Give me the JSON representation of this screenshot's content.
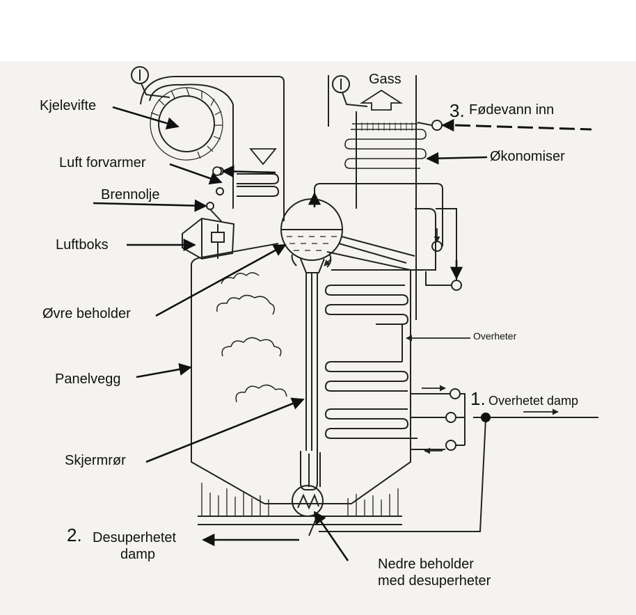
{
  "labels": {
    "kjelevifte": "Kjelevifte",
    "luft_forvarmer": "Luft forvarmer",
    "brennolje": "Brennolje",
    "luftboks": "Luftboks",
    "ovre_beholder": "Øvre beholder",
    "panelvegg": "Panelvegg",
    "skjermror": "Skjermrør",
    "gass": "Gass",
    "fodevann_num": "3.",
    "fodevann": "Fødevann inn",
    "okonomiser": "Økonomiser",
    "overheter": "Overheter",
    "overhetet_num": "1.",
    "overhetet_damp": "Overhetet damp",
    "desuperhetet_num": "2.",
    "desuperhetet_line1": "Desuperhetet",
    "desuperhetet_line2": "damp",
    "nedre_line1": "Nedre beholder",
    "nedre_line2": "med desuperheter"
  }
}
